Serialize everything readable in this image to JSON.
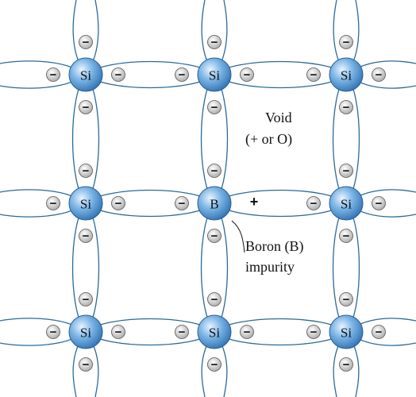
{
  "lattice": {
    "atoms": [
      {
        "id": "a11",
        "label": "Si"
      },
      {
        "id": "a12",
        "label": "Si"
      },
      {
        "id": "a13",
        "label": "Si"
      },
      {
        "id": "a21",
        "label": "Si"
      },
      {
        "id": "a22",
        "label": "B"
      },
      {
        "id": "a23",
        "label": "Si"
      },
      {
        "id": "a31",
        "label": "Si"
      },
      {
        "id": "a32",
        "label": "Si"
      },
      {
        "id": "a33",
        "label": "Si"
      }
    ],
    "electron_symbol": "−",
    "hole_symbol": "+"
  },
  "annotations": {
    "void_line1": "Void",
    "void_line2": "(+ or O)",
    "boron_line1": "Boron (B)",
    "boron_line2": "impurity"
  },
  "colors": {
    "atom_fill": "#5a9fd6",
    "bond": "#2b6a9a",
    "electron_fill": "#d8d8d8"
  }
}
